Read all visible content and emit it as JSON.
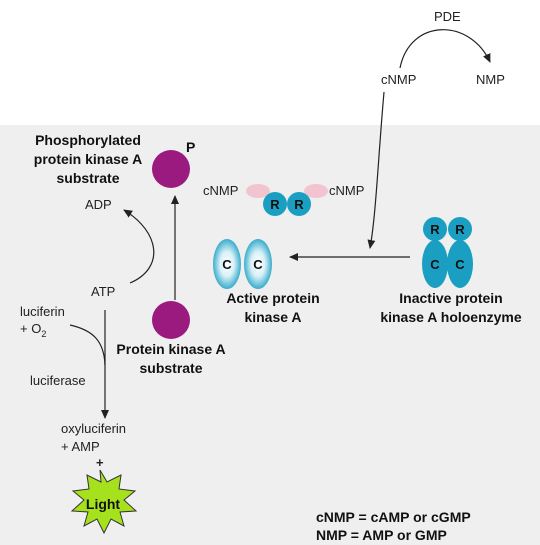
{
  "pathway": {
    "pde": "PDE",
    "cnmp_top": "cNMP",
    "nmp": "NMP",
    "p_label": "P",
    "phospho_substrate": [
      "Phosphorylated",
      "protein kinase A",
      "substrate"
    ],
    "adp": "ADP",
    "atp": "ATP",
    "luciferin": "luciferin",
    "o2_prefix": "+ O",
    "o2_sub": "2",
    "luciferase": "luciferase",
    "oxyluciferin": "oxyluciferin",
    "plus_amp": "+ AMP",
    "plus": "+",
    "light": "Light",
    "cnmp_left": "cNMP",
    "cnmp_right": "cNMP",
    "r_letter": "R",
    "c_letter": "C",
    "active_pka": [
      "Active protein",
      "kinase A"
    ],
    "inactive_pka": [
      "Inactive protein",
      "kinase A holoenzyme"
    ],
    "pka_substrate": [
      "Protein kinase A",
      "substrate"
    ]
  },
  "legend": {
    "line1": "cNMP = cAMP or cGMP",
    "line2": "NMP = AMP or GMP"
  },
  "colors": {
    "substrate": "#9a1a80",
    "regulatory": "#1a9fc3",
    "camp_blob": "#f2c4cf",
    "light_burst": "#a6e11e"
  }
}
